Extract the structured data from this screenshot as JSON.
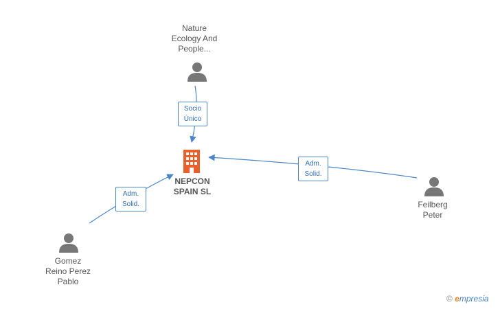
{
  "company": {
    "name_line1": "NEPCON",
    "name_line2": "SPAIN SL",
    "icon": "building-icon",
    "color": "#e8602c"
  },
  "people": [
    {
      "id": "nature",
      "lines": [
        "Nature",
        "Ecology And",
        "People..."
      ],
      "icon": "person-icon"
    },
    {
      "id": "feilberg",
      "lines": [
        "Feilberg",
        "Peter"
      ],
      "icon": "person-icon"
    },
    {
      "id": "gomez",
      "lines": [
        "Gomez",
        "Reino Perez",
        "Pablo"
      ],
      "icon": "person-icon"
    }
  ],
  "edges": [
    {
      "from": "nature",
      "label_lines": [
        "Socio",
        "Único"
      ]
    },
    {
      "from": "feilberg",
      "label_lines": [
        "Adm.",
        "Solid."
      ]
    },
    {
      "from": "gomez",
      "label_lines": [
        "Adm.",
        "Solid."
      ]
    }
  ],
  "colors": {
    "edge": "#4a86c8",
    "icon": "#777777"
  },
  "brand": {
    "copyright": "©",
    "e": "e",
    "rest": "mpresia"
  }
}
